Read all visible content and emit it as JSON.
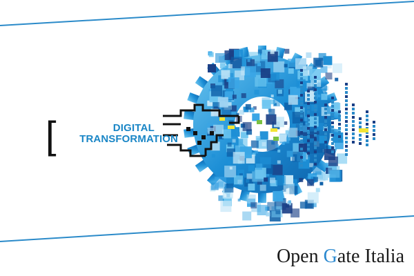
{
  "banner": {
    "line1": "DIGITAL",
    "line2": "TRANSFORMATION",
    "bracket": "["
  },
  "brand": {
    "part1": "Open ",
    "accent_letter": "G",
    "part2": "ate Italia"
  },
  "colors": {
    "primary_blue": "#1a86c6",
    "light_blue": "#9fd4f2",
    "accent_yellow": "#f2e437",
    "accent_green": "#7ac142",
    "text_dark": "#1a1a1a",
    "rule_line": "#2a8ac9"
  },
  "icons": {
    "pointing_hand": "pixel-pointing-hand-icon",
    "gear": "gear-icon"
  }
}
